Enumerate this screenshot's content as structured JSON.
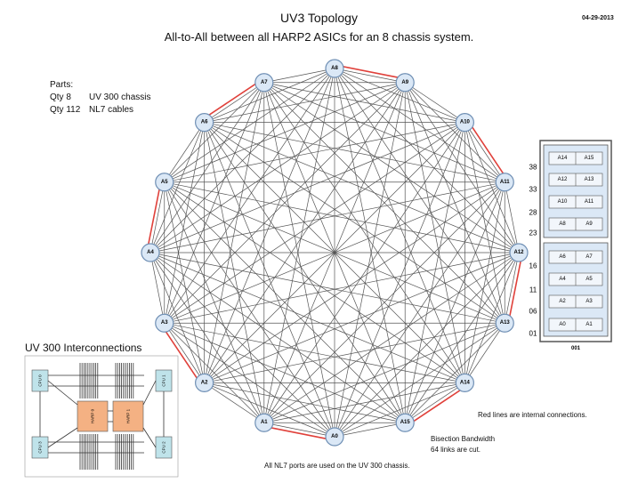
{
  "header": {
    "title": "UV3 Topology",
    "subtitle": "All-to-All between all HARP2 ASICs for an 8 chassis system.",
    "date": "04-29-2013"
  },
  "parts": {
    "heading": "Parts:",
    "items": [
      {
        "qty": "Qty 8",
        "desc": "UV 300 chassis"
      },
      {
        "qty": "Qty 112",
        "desc": "NL7 cables"
      }
    ]
  },
  "nodes": [
    "A0",
    "A1",
    "A2",
    "A3",
    "A4",
    "A5",
    "A6",
    "A7",
    "A8",
    "A9",
    "A10",
    "A11",
    "A12",
    "A13",
    "A14",
    "A15"
  ],
  "colors": {
    "node_fill": "#dbe8f6",
    "node_stroke": "#6f8fb4",
    "link": "#555555",
    "internal_link": "#e0403a",
    "cpu_fill": "#bfe3ea",
    "harp_fill": "#f4b183"
  },
  "rack": {
    "units": [
      "38",
      "33",
      "28",
      "23",
      "16",
      "11",
      "06",
      "01"
    ],
    "slots": [
      [
        "A14",
        "A15"
      ],
      [
        "A12",
        "A13"
      ],
      [
        "A10",
        "A11"
      ],
      [
        "A8",
        "A9"
      ],
      [
        "A6",
        "A7"
      ],
      [
        "A4",
        "A5"
      ],
      [
        "A2",
        "A3"
      ],
      [
        "A0",
        "A1"
      ]
    ],
    "label": "001"
  },
  "interconnect": {
    "title": "UV 300 Interconnections",
    "cpus": [
      "CPU 0",
      "CPU 1",
      "CPU 2",
      "CPU 3"
    ],
    "harps": [
      "HARP 0",
      "HARP 1"
    ]
  },
  "notes": {
    "internal": "Red lines are internal connections.",
    "bisection": "Bisection Bandwidth",
    "cut": "64 links are cut.",
    "ports": "All NL7 ports are used on the UV 300 chassis."
  }
}
